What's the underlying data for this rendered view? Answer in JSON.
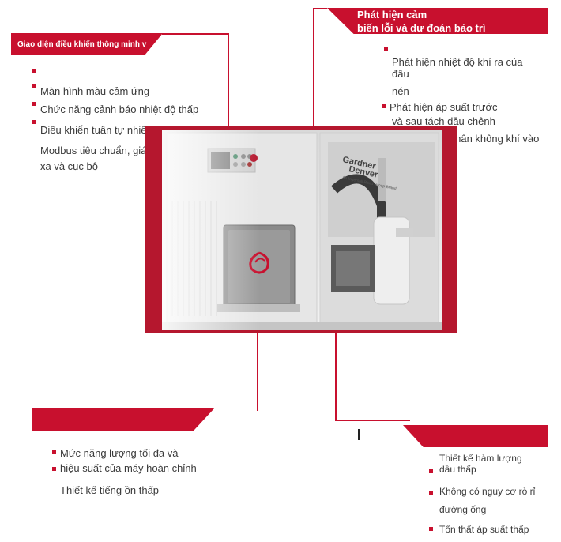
{
  "colors": {
    "accent": "#c8102e",
    "text": "#3a3a3a",
    "banner_text": "#ffffff"
  },
  "top_left": {
    "title": "Giao diện điều khiển thông minh v",
    "items": [
      "",
      "Màn hình màu cảm ứng",
      "Chức năng cảnh báo nhiệt độ thấp",
      "Điều khiển tuần tự nhiều máy",
      "Modbus tiêu chuẩn, giám sát từ",
      "xa và cục bộ"
    ]
  },
  "top_right": {
    "title_line1": "Phát hiện cảm",
    "title_line2": "biến lỗi và dự đoán bảo trì",
    "items": [
      "Phát hiện nhiệt độ khí ra của",
      "đầu",
      "nén",
      "Phát hiện áp suất trước",
      "và sau tách dầu chênh",
      "Phát hiện độ chân không khí vào"
    ]
  },
  "machine": {
    "brand_line1": "Gardner",
    "brand_line2": "Denver",
    "brand_sub": "An Ingersoll Rand Group Brand"
  },
  "bottom_left": {
    "items": [
      "Mức năng lượng tối đa và",
      "hiệu suất của máy hoàn chỉnh",
      "Thiết kế tiếng ồn thấp"
    ]
  },
  "bottom_right": {
    "items": [
      "Thiết kế hàm lượng",
      "dầu thấp",
      "Không có nguy cơ rò rỉ",
      "đường ống",
      "Tổn thất áp suất thấp"
    ]
  }
}
